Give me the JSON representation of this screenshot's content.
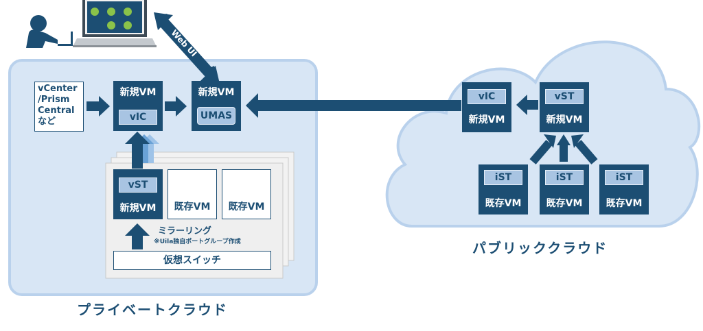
{
  "colors": {
    "navy": "#1c4e73",
    "panel": "#d8e6f5",
    "panel_border": "#b9d1ec",
    "chip": "#a8c4e2"
  },
  "private_cloud": {
    "label": "プライベートクラウド",
    "source_box": {
      "lines": [
        "vCenter",
        "/Prism",
        "Central",
        "など"
      ]
    },
    "vm_vic": {
      "title": "新規VM",
      "chip": "vIC"
    },
    "vm_umas": {
      "title": "新規VM",
      "chip": "UMAS"
    },
    "web_ui": "Web UI",
    "host": {
      "vm_vst": {
        "chip": "vST",
        "title": "新規VM"
      },
      "existing_vm_1": "既存VM",
      "existing_vm_2": "既存VM",
      "mirroring": "ミラーリング",
      "mirroring_note": "※Uila独自ポートグループ作成",
      "virtual_switch": "仮想スイッチ"
    }
  },
  "public_cloud": {
    "label": "パブリッククラウド",
    "vm_vic": {
      "chip": "vIC",
      "title": "新規VM"
    },
    "vm_vst": {
      "chip": "vST",
      "title": "新規VM"
    },
    "ist_vms": [
      {
        "chip": "iST",
        "title": "既存VM"
      },
      {
        "chip": "iST",
        "title": "既存VM"
      },
      {
        "chip": "iST",
        "title": "既存VM"
      }
    ]
  },
  "icons": [
    "user-icon",
    "laptop-icon"
  ]
}
